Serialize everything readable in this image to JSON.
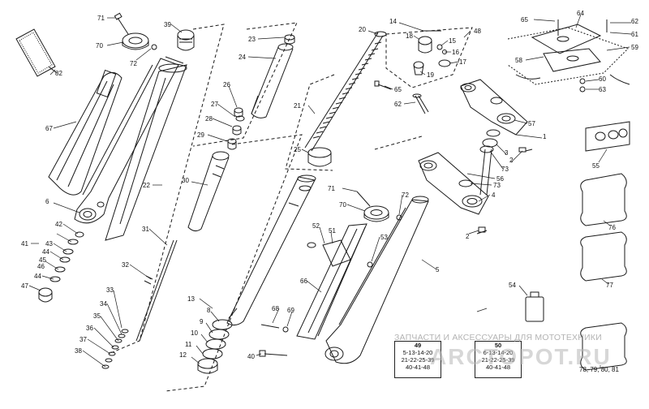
{
  "callouts": [
    "1",
    "2",
    "2",
    "3",
    "4",
    "5",
    "6",
    "8",
    "9",
    "10",
    "11",
    "12",
    "13",
    "14",
    "15",
    "16",
    "17",
    "18",
    "19",
    "20",
    "21",
    "22",
    "23",
    "24",
    "25",
    "26",
    "27",
    "28",
    "29",
    "30",
    "31",
    "32",
    "33",
    "34",
    "35",
    "36",
    "37",
    "38",
    "39",
    "40",
    "41",
    "42",
    "43",
    "44",
    "44",
    "45",
    "46",
    "47",
    "48",
    "51",
    "52",
    "53",
    "54",
    "55",
    "56",
    "57",
    "58",
    "59",
    "60",
    "61",
    "62",
    "62",
    "63",
    "64",
    "65",
    "65",
    "66",
    "67",
    "68",
    "69",
    "70",
    "70",
    "71",
    "71",
    "72",
    "72",
    "73",
    "73",
    "76",
    "77",
    "78, 79, 80, 81",
    "82"
  ],
  "box_left": {
    "title": "49",
    "lines": [
      "5-13-14-20",
      "21-22-25-39",
      "40-41-48"
    ]
  },
  "box_right": {
    "title": "50",
    "lines": [
      "6-13-14-20",
      "21-22-25-39",
      "40-41-48"
    ]
  },
  "watermark": {
    "line1": "ЗАПЧАСТИ И АКСЕССУАРЫ ДЛЯ МОТОТЕХНИКИ",
    "line2": "ARCTOPOT.RU"
  },
  "colors": {
    "line": "#1a1a1a",
    "watermark": "#9a9a9a",
    "watermark_brand": "#d04040"
  }
}
